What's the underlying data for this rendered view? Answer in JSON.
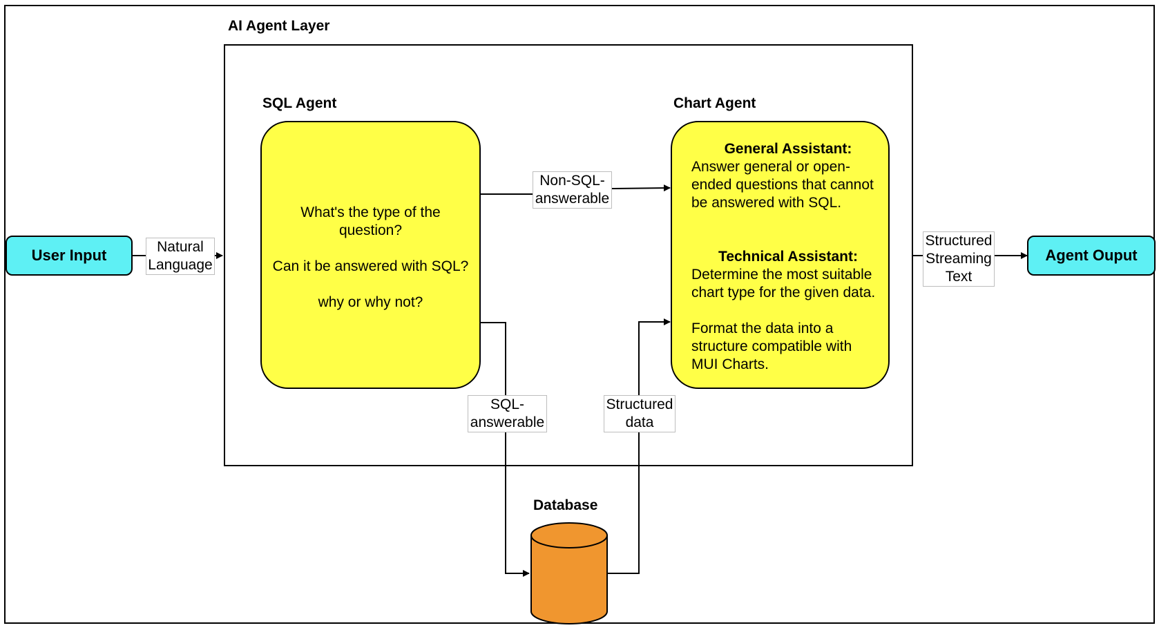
{
  "diagram": {
    "layer_title": "AI Agent Layer",
    "sql_agent": {
      "title": "SQL Agent",
      "line1": "What's the type of the",
      "line2": "question?",
      "line3": "Can it be answered with SQL?",
      "line4": "why or why not?"
    },
    "chart_agent": {
      "title": "Chart Agent",
      "general_heading": "General Assistant:",
      "general_body": [
        "Answer general or open-",
        "ended questions that cannot",
        "be answered with SQL."
      ],
      "technical_heading": "Technical Assistant:",
      "technical_body": [
        "Determine the most suitable",
        "chart type for the given data."
      ],
      "format_body": [
        "Format the data into a",
        "structure compatible with",
        "MUI Charts."
      ]
    },
    "user_input": "User Input",
    "agent_output": "Agent Ouput",
    "database_title": "Database",
    "edge_labels": {
      "natural_language": [
        "Natural",
        "Language"
      ],
      "non_sql": [
        "Non-SQL-",
        "answerable"
      ],
      "structured_streaming": [
        "Structured",
        "Streaming",
        "Text"
      ],
      "sql_answerable": [
        "SQL-",
        "answerable"
      ],
      "structured_data": [
        "Structured",
        "data"
      ]
    },
    "colors": {
      "agent_fill": "#ffff47",
      "io_fill": "#5ef0f4",
      "database_fill": "#f0962f"
    }
  }
}
